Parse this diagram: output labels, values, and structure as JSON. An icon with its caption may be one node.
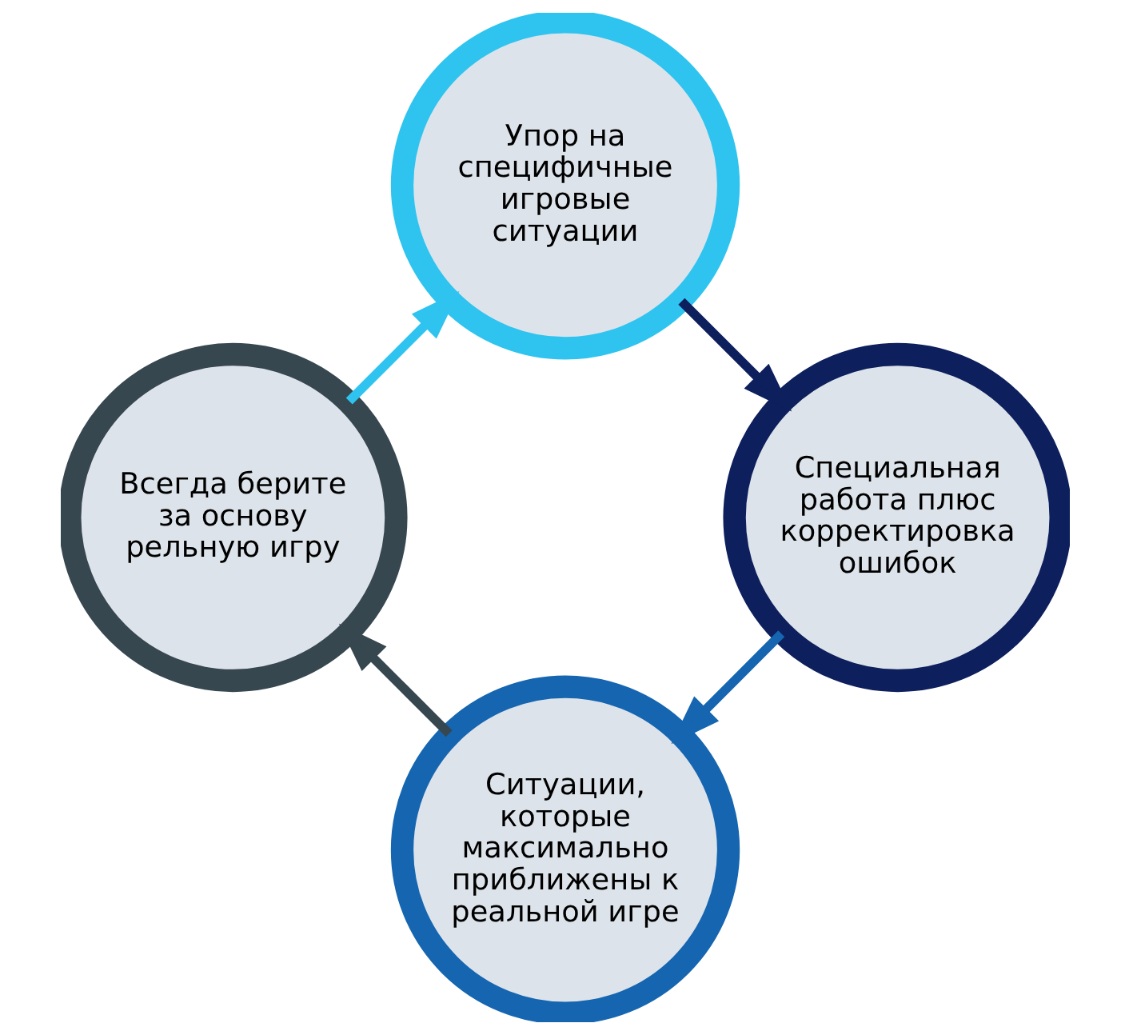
{
  "diagram": {
    "nodes": [
      {
        "text": [
          "Ситуации, которые максимально приближены к реальной игре"
        ]
      },
      {
        "text": [
          "Всегда берите за основу рельную игру"
        ]
      },
      {
        "text": [
          "Упор на специфичные игровые ситуации"
        ]
      },
      {
        "text": [
          "Специальная работа плюс корректировка ошибок"
        ]
      }
    ],
    "edges": [
      {
        "from": 0,
        "to": 1,
        "arrow": "to",
        "color": "#37474f"
      },
      {
        "from": 1,
        "to": 2,
        "arrow": "to",
        "color": "#2ec4ef"
      },
      {
        "from": 2,
        "to": 3,
        "arrow": "to",
        "color": "#0d1f5c"
      },
      {
        "from": 3,
        "to": 0,
        "arrow": "to",
        "color": "#1565b0"
      }
    ]
  }
}
